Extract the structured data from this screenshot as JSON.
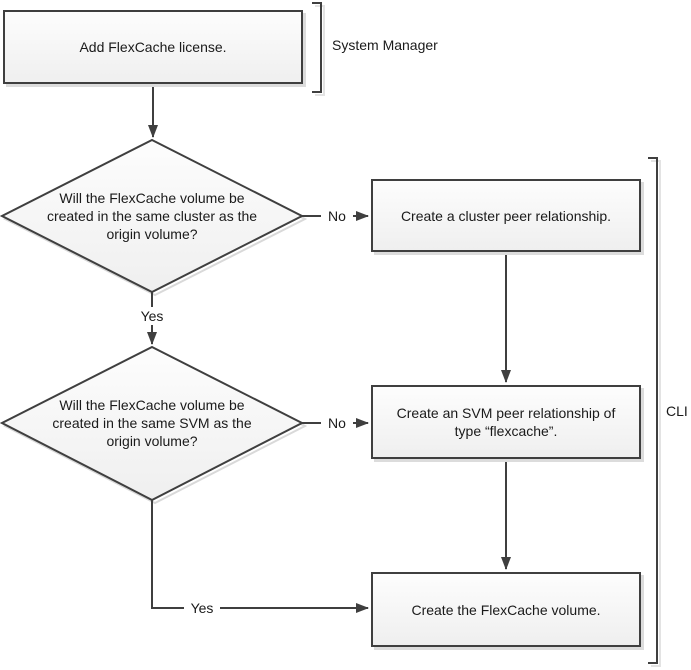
{
  "nodes": {
    "add_license": {
      "label": "Add FlexCache license."
    },
    "same_cluster_decision": {
      "lines": [
        "Will the FlexCache volume be",
        "created in the same cluster as the",
        "origin volume?"
      ]
    },
    "cluster_peer": {
      "label": "Create a cluster peer relationship."
    },
    "same_svm_decision": {
      "lines": [
        "Will the FlexCache volume be",
        "created in the same SVM as the",
        "origin volume?"
      ]
    },
    "svm_peer": {
      "lines": [
        "Create an SVM peer relationship of",
        "type “flexcache”."
      ]
    },
    "create_volume": {
      "label": "Create the FlexCache volume."
    }
  },
  "edge_labels": {
    "no_cluster": "No",
    "yes_cluster": "Yes",
    "no_svm": "No",
    "yes_svm": "Yes"
  },
  "brackets": {
    "system_manager": "System Manager",
    "cli": "CLI"
  },
  "colors": {
    "line": "#3f3f3f",
    "shadow": "#dcdcdc",
    "fill_top": "#fdfdfd",
    "fill_bottom": "#efefef",
    "text": "#1a1a1a",
    "background": "#ffffff"
  }
}
